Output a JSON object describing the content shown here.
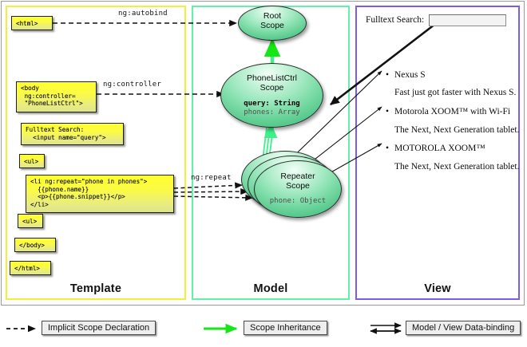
{
  "diagram": {
    "title": "AngularJS Template / Model / View scope diagram",
    "columns": [
      {
        "key": "template",
        "label": "Template",
        "border_color": "#f2ee3c"
      },
      {
        "key": "model",
        "label": "Model",
        "border_color": "#62f0ab"
      },
      {
        "key": "view",
        "label": "View",
        "border_color": "#7a5df0"
      }
    ]
  },
  "template": {
    "boxes": [
      {
        "name": "html-open-box",
        "text": "<html>"
      },
      {
        "name": "body-box",
        "text": "<body\n ng:controller=\n \"PhoneListCtrl\">"
      },
      {
        "name": "fulltext-box",
        "text": "Fulltext Search:\n  <input name=\"query\">"
      },
      {
        "name": "ul-open-box",
        "text": "<ul>"
      },
      {
        "name": "li-repeat-box",
        "text": "<li ng:repeat=\"phone in phones\">\n  {{phone.name}}\n  <p>{{phone.snippet}}</p>\n</li>"
      },
      {
        "name": "ul-close-box",
        "text": "<ul>"
      },
      {
        "name": "body-close-box",
        "text": "</body>"
      },
      {
        "name": "html-close-box",
        "text": "</html>"
      }
    ]
  },
  "connectors": {
    "autobind_label": "ng:autobind",
    "controller_label": "ng:controller",
    "repeat_label": "ng:repeat"
  },
  "model": {
    "scopes": [
      {
        "name": "root-scope",
        "title_line1": "Root",
        "title_line2": "Scope",
        "properties": []
      },
      {
        "name": "phonelistctrl-scope",
        "title_line1": "PhoneListCtrl",
        "title_line2": "Scope",
        "properties": [
          {
            "text": "query: String",
            "emphasis": true
          },
          {
            "text": "phones: Array",
            "emphasis": false
          }
        ]
      },
      {
        "name": "repeater-scope",
        "title_line1": "Repeater",
        "title_line2": "Scope",
        "properties": [
          {
            "text": "phone: Object",
            "emphasis": false
          }
        ]
      }
    ]
  },
  "view": {
    "search_label": "Fulltext Search:",
    "search_value": "",
    "search_placeholder": "",
    "items": [
      {
        "name": "Nexus S",
        "snippet": "Fast just got faster with Nexus S."
      },
      {
        "name": "Motorola XOOM™  with Wi-Fi",
        "snippet": "The Next, Next Generation tablet."
      },
      {
        "name": "MOTOROLA XOOM™",
        "snippet": "The Next, Next Generation tablet."
      }
    ]
  },
  "legend": [
    {
      "name": "legend-implicit-scope",
      "label": "Implicit Scope Declaration",
      "arrow": "dashed-black",
      "color": "#111111"
    },
    {
      "name": "legend-scope-inheritance",
      "label": "Scope Inheritance",
      "arrow": "solid-green",
      "color": "#16e516"
    },
    {
      "name": "legend-data-binding",
      "label": "Model / View Data-binding",
      "arrow": "double-black",
      "color": "#111111"
    }
  ]
}
